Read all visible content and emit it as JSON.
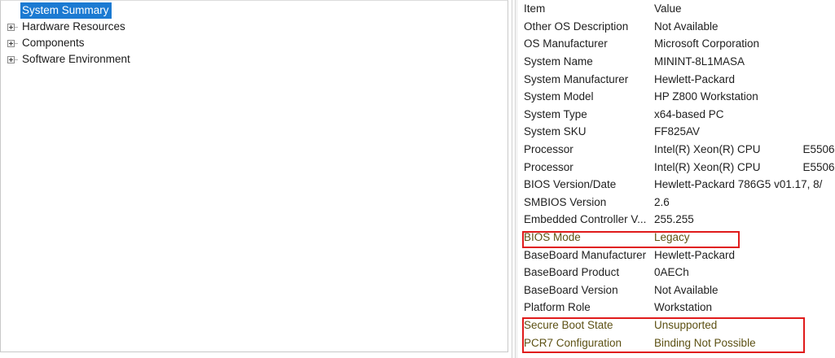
{
  "tree": {
    "items": [
      {
        "label": "System Summary",
        "expandable": false,
        "selected": true
      },
      {
        "label": "Hardware Resources",
        "expandable": true,
        "selected": false
      },
      {
        "label": "Components",
        "expandable": true,
        "selected": false
      },
      {
        "label": "Software Environment",
        "expandable": true,
        "selected": false
      }
    ]
  },
  "details": {
    "columns": [
      "Item",
      "Value"
    ],
    "rows": [
      {
        "item": "Item",
        "value": "Value",
        "header": true,
        "highlight": false
      },
      {
        "item": "Other OS Description",
        "value": "Not Available",
        "header": false,
        "highlight": false
      },
      {
        "item": "OS Manufacturer",
        "value": "Microsoft Corporation",
        "header": false,
        "highlight": false
      },
      {
        "item": "System Name",
        "value": "MININT-8L1MASA",
        "header": false,
        "highlight": false
      },
      {
        "item": "System Manufacturer",
        "value": "Hewlett-Packard",
        "header": false,
        "highlight": false
      },
      {
        "item": "System Model",
        "value": "HP Z800 Workstation",
        "header": false,
        "highlight": false
      },
      {
        "item": "System Type",
        "value": "x64-based PC",
        "header": false,
        "highlight": false
      },
      {
        "item": "System SKU",
        "value": "FF825AV",
        "header": false,
        "highlight": false
      },
      {
        "item": "Processor",
        "value": "Intel(R) Xeon(R) CPU",
        "value_ext": "E5506",
        "header": false,
        "highlight": false
      },
      {
        "item": "Processor",
        "value": "Intel(R) Xeon(R) CPU",
        "value_ext": "E5506",
        "header": false,
        "highlight": false
      },
      {
        "item": "BIOS Version/Date",
        "value": "Hewlett-Packard 786G5 v01.17, 8/",
        "header": false,
        "highlight": false
      },
      {
        "item": "SMBIOS Version",
        "value": "2.6",
        "header": false,
        "highlight": false
      },
      {
        "item": "Embedded Controller V...",
        "value": "255.255",
        "header": false,
        "highlight": false
      },
      {
        "item": "BIOS Mode",
        "value": "Legacy",
        "header": false,
        "highlight": true
      },
      {
        "item": "BaseBoard Manufacturer",
        "value": "Hewlett-Packard",
        "header": false,
        "highlight": false
      },
      {
        "item": "BaseBoard Product",
        "value": "0AECh",
        "header": false,
        "highlight": false
      },
      {
        "item": "BaseBoard Version",
        "value": "Not Available",
        "header": false,
        "highlight": false
      },
      {
        "item": "Platform Role",
        "value": "Workstation",
        "header": false,
        "highlight": false
      },
      {
        "item": "Secure Boot State",
        "value": "Unsupported",
        "header": false,
        "highlight": true
      },
      {
        "item": "PCR7 Configuration",
        "value": "Binding Not Possible",
        "header": false,
        "highlight": true
      }
    ]
  },
  "annotations": {
    "boxes": [
      {
        "name": "bios-mode-highlight",
        "color": "#e01b1b"
      },
      {
        "name": "secure-boot-highlight",
        "color": "#e01b1b"
      }
    ]
  },
  "colors": {
    "selection": "#1b7ad2",
    "annotation": "#e01b1b",
    "highlight_text": "#5d5114",
    "body_text": "#1e1e1e"
  }
}
